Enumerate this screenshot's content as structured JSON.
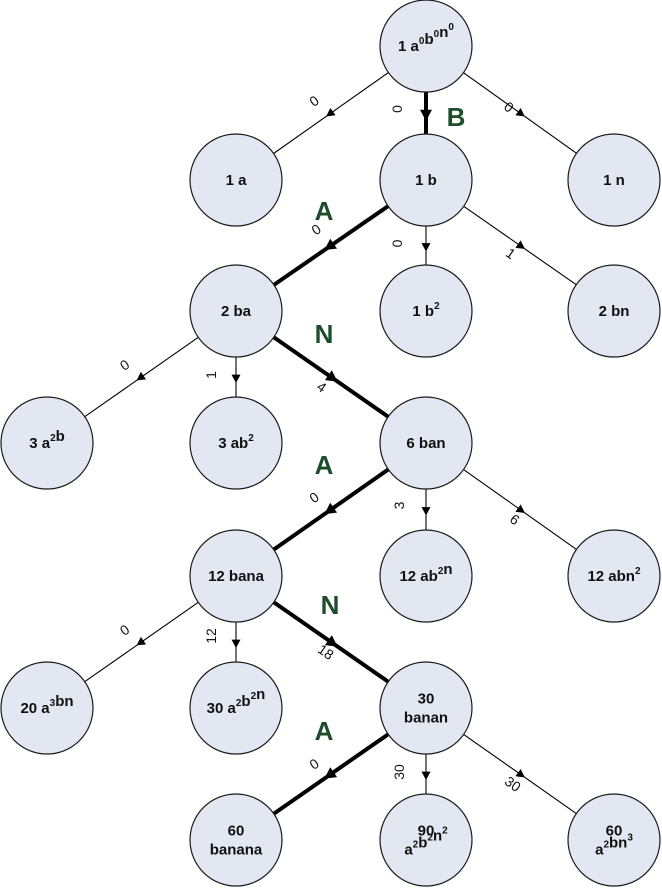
{
  "nodes": {
    "root": {
      "lines": [
        {
          "parts": [
            {
              "t": "1 a"
            },
            {
              "t": "0",
              "sup": true
            },
            {
              "t": "b"
            },
            {
              "t": "0",
              "sup": true
            },
            {
              "t": "n"
            },
            {
              "t": "0",
              "sup": true
            }
          ]
        }
      ]
    },
    "a": {
      "lines": [
        {
          "parts": [
            {
              "t": "1 a"
            }
          ]
        }
      ]
    },
    "b": {
      "lines": [
        {
          "parts": [
            {
              "t": "1 b"
            }
          ]
        }
      ]
    },
    "n": {
      "lines": [
        {
          "parts": [
            {
              "t": "1 n"
            }
          ]
        }
      ]
    },
    "ba": {
      "lines": [
        {
          "parts": [
            {
              "t": "2 ba"
            }
          ]
        }
      ]
    },
    "b2": {
      "lines": [
        {
          "parts": [
            {
              "t": "1 b"
            },
            {
              "t": "2",
              "sup": true
            }
          ]
        }
      ]
    },
    "bn": {
      "lines": [
        {
          "parts": [
            {
              "t": "2 bn"
            }
          ]
        }
      ]
    },
    "a2b": {
      "lines": [
        {
          "parts": [
            {
              "t": "3 a"
            },
            {
              "t": "2",
              "sup": true
            },
            {
              "t": "b"
            }
          ]
        }
      ]
    },
    "ab2": {
      "lines": [
        {
          "parts": [
            {
              "t": "3 ab"
            },
            {
              "t": "2",
              "sup": true
            }
          ]
        }
      ]
    },
    "ban": {
      "lines": [
        {
          "parts": [
            {
              "t": "6 ban"
            }
          ]
        }
      ]
    },
    "bana": {
      "lines": [
        {
          "parts": [
            {
              "t": "12 bana"
            }
          ]
        }
      ]
    },
    "ab2n": {
      "lines": [
        {
          "parts": [
            {
              "t": "12 ab"
            },
            {
              "t": "2",
              "sup": true
            },
            {
              "t": "n"
            }
          ]
        }
      ]
    },
    "abn2": {
      "lines": [
        {
          "parts": [
            {
              "t": "12 abn"
            },
            {
              "t": "2",
              "sup": true
            }
          ]
        }
      ]
    },
    "a3bn": {
      "lines": [
        {
          "parts": [
            {
              "t": "20 a"
            },
            {
              "t": "3",
              "sup": true
            },
            {
              "t": "bn"
            }
          ]
        }
      ]
    },
    "a2b2n": {
      "lines": [
        {
          "parts": [
            {
              "t": "30 a"
            },
            {
              "t": "2",
              "sup": true
            },
            {
              "t": "b"
            },
            {
              "t": "2",
              "sup": true
            },
            {
              "t": "n"
            }
          ]
        }
      ]
    },
    "banan": {
      "lines": [
        {
          "parts": [
            {
              "t": "30"
            }
          ]
        },
        {
          "parts": [
            {
              "t": "banan"
            }
          ]
        }
      ]
    },
    "banana": {
      "lines": [
        {
          "parts": [
            {
              "t": "60"
            }
          ]
        },
        {
          "parts": [
            {
              "t": "banana"
            }
          ]
        }
      ]
    },
    "a2b2n2": {
      "lines": [
        {
          "parts": [
            {
              "t": "90"
            }
          ]
        },
        {
          "parts": [
            {
              "t": "a"
            },
            {
              "t": "2",
              "sup": true
            },
            {
              "t": "b"
            },
            {
              "t": "2",
              "sup": true
            },
            {
              "t": "n"
            },
            {
              "t": "2",
              "sup": true
            }
          ]
        }
      ]
    },
    "a2bn3": {
      "lines": [
        {
          "parts": [
            {
              "t": "60"
            }
          ]
        },
        {
          "parts": [
            {
              "t": "a"
            },
            {
              "t": "2",
              "sup": true
            },
            {
              "t": "bn"
            },
            {
              "t": "3",
              "sup": true
            }
          ]
        }
      ]
    }
  },
  "edges": [
    {
      "from": "root",
      "to": "a",
      "label": "0",
      "thick": false
    },
    {
      "from": "root",
      "to": "b",
      "label": "0",
      "thick": true
    },
    {
      "from": "root",
      "to": "n",
      "label": "0",
      "thick": false
    },
    {
      "from": "b",
      "to": "ba",
      "label": "0",
      "thick": true
    },
    {
      "from": "b",
      "to": "b2",
      "label": "0",
      "thick": false
    },
    {
      "from": "b",
      "to": "bn",
      "label": "1",
      "thick": false
    },
    {
      "from": "ba",
      "to": "a2b",
      "label": "0",
      "thick": false
    },
    {
      "from": "ba",
      "to": "ab2",
      "label": "1",
      "thick": false
    },
    {
      "from": "ba",
      "to": "ban",
      "label": "4",
      "thick": true
    },
    {
      "from": "ban",
      "to": "bana",
      "label": "0",
      "thick": true
    },
    {
      "from": "ban",
      "to": "ab2n",
      "label": "3",
      "thick": false
    },
    {
      "from": "ban",
      "to": "abn2",
      "label": "6",
      "thick": false
    },
    {
      "from": "bana",
      "to": "a3bn",
      "label": "0",
      "thick": false
    },
    {
      "from": "bana",
      "to": "a2b2n",
      "label": "12",
      "thick": false
    },
    {
      "from": "bana",
      "to": "banan",
      "label": "18",
      "thick": true
    },
    {
      "from": "banan",
      "to": "banana",
      "label": "0",
      "thick": true
    },
    {
      "from": "banan",
      "to": "a2b2n2",
      "label": "30",
      "thick": false
    },
    {
      "from": "banan",
      "to": "a2bn3",
      "label": "30",
      "thick": false
    }
  ],
  "path_letters": [
    "B",
    "A",
    "N",
    "A",
    "N",
    "A"
  ]
}
